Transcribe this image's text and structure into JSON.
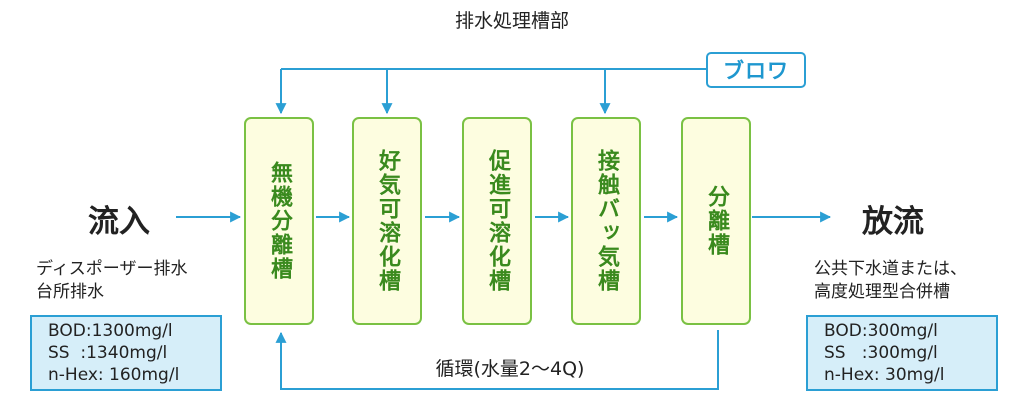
{
  "title": "排水処理槽部",
  "blower": "ブロワ",
  "inflow": {
    "label": "流入",
    "sources": [
      "ディスポーザー排水",
      "台所排水"
    ],
    "quality": [
      "BOD:1300mg/l",
      "SS  :1340mg/l",
      "n-Hex: 160mg/l"
    ]
  },
  "outflow": {
    "label": "放流",
    "destinations": [
      "公共下水道または、",
      "高度処理型合併槽"
    ],
    "quality": [
      "BOD:300mg/l",
      "SS   :300mg/l",
      "n-Hex: 30mg/l"
    ]
  },
  "tanks": [
    {
      "label": "無機分離槽"
    },
    {
      "label": "好気可溶化槽"
    },
    {
      "label": "促進可溶化槽"
    },
    {
      "label": "接触バッ気槽"
    },
    {
      "label": "分離槽"
    }
  ],
  "recirculation": "循環(水量2〜4Q)",
  "colors": {
    "line": "#2b9fd4",
    "tank_border": "#7ac143",
    "tank_fill": "#fdfde0",
    "tank_text": "#3a8a1e",
    "quality_fill": "#d6eef9"
  }
}
